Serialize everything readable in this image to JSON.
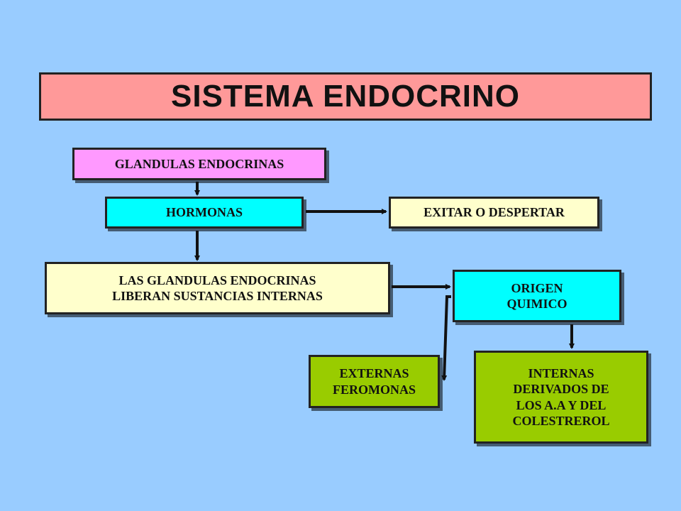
{
  "title": "SISTEMA ENDOCRINO",
  "nodes": {
    "glandulas": "GLANDULAS ENDOCRINAS",
    "hormonas": "HORMONAS",
    "exitar": "EXITAR O DESPERTAR",
    "liberan_line1": "LAS GLANDULAS ENDOCRINAS",
    "liberan_line2": "LIBERAN SUSTANCIAS  INTERNAS",
    "origen_line1": "ORIGEN",
    "origen_line2": "QUIMICO",
    "externas_line1": "EXTERNAS",
    "externas_line2": "FEROMONAS",
    "internas_line1": "INTERNAS",
    "internas_line2": "DERIVADOS DE",
    "internas_line3": "LOS A.A Y DEL",
    "internas_line4": "COLESTREROL"
  },
  "colors": {
    "background": "#99ccff",
    "title": "#ff9999",
    "pink": "#ff99ff",
    "cyan": "#00ffff",
    "cream": "#ffffcc",
    "green": "#99cc00"
  }
}
